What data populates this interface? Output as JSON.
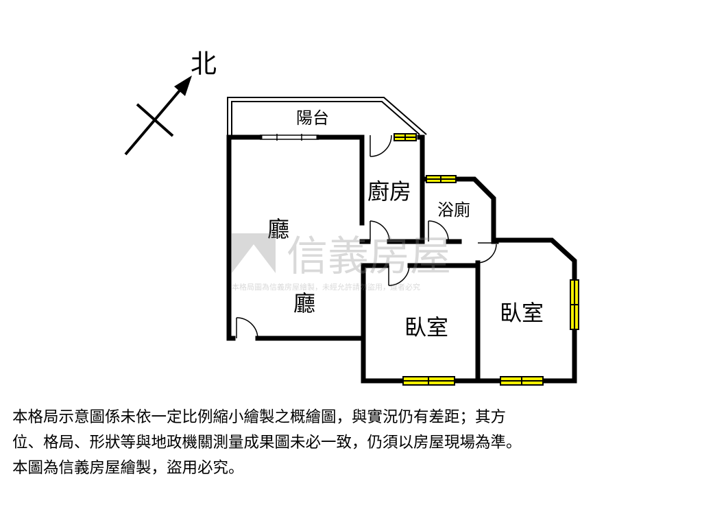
{
  "compass": {
    "label": "北"
  },
  "rooms": {
    "balcony": "陽台",
    "kitchen": "廚房",
    "bathroom": "浴廁",
    "living_upper": "廳",
    "living_lower": "廳",
    "bedroom_small": "臥室",
    "bedroom_large": "臥室"
  },
  "watermark": {
    "brand": "信義房屋",
    "notice": "本格局圖為信義房屋繪製，未經允許請勿盜用，違者必究"
  },
  "disclaimer": {
    "line1": "本格局示意圖係未依一定比例縮小繪製之概繪圖，與實況仍有差距；其方",
    "line2": "位、格局、形狀等與地政機關測量成果圖未必一致，仍須以房屋現場為準。",
    "line3": "本圖為信義房屋繪製，盜用必究。"
  }
}
